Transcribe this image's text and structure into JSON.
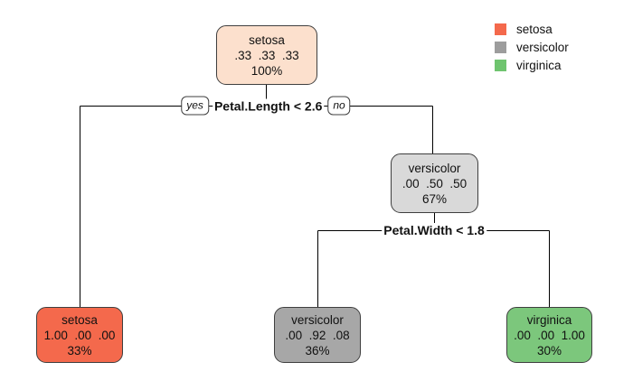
{
  "colors": {
    "root_fill": "#fce0cd",
    "setosa_leaf_fill": "#f4694c",
    "versicolor_node_fill": "#d9d9d9",
    "versicolor_leaf_fill": "#a7a7a7",
    "virginica_leaf_fill": "#7cc77c",
    "legend_setosa": "#f4694c",
    "legend_versicolor": "#9d9d9d",
    "legend_virginica": "#6fc46f",
    "node_border": "#3f3f3f",
    "branch_line": "#000000"
  },
  "legend": {
    "items": [
      {
        "label": "setosa",
        "color": "#f4694c"
      },
      {
        "label": "versicolor",
        "color": "#9d9d9d"
      },
      {
        "label": "virginica",
        "color": "#6fc46f"
      }
    ]
  },
  "tree": {
    "root": {
      "label": "setosa",
      "probs": ".33  .33  .33",
      "percent": "100%",
      "color": "#fce0cd"
    },
    "split1": {
      "condition": "Petal.Length < 2.6",
      "yes_label": "yes",
      "no_label": "no"
    },
    "node_versicolor": {
      "label": "versicolor",
      "probs": ".00  .50  .50",
      "percent": "67%",
      "color": "#d9d9d9"
    },
    "split2": {
      "condition": "Petal.Width < 1.8"
    },
    "leaf_setosa": {
      "label": "setosa",
      "probs": "1.00  .00  .00",
      "percent": "33%",
      "color": "#f4694c"
    },
    "leaf_versicolor": {
      "label": "versicolor",
      "probs": ".00  .92  .08",
      "percent": "36%",
      "color": "#a7a7a7"
    },
    "leaf_virginica": {
      "label": "virginica",
      "probs": ".00  .00  1.00",
      "percent": "30%",
      "color": "#7cc77c"
    }
  }
}
